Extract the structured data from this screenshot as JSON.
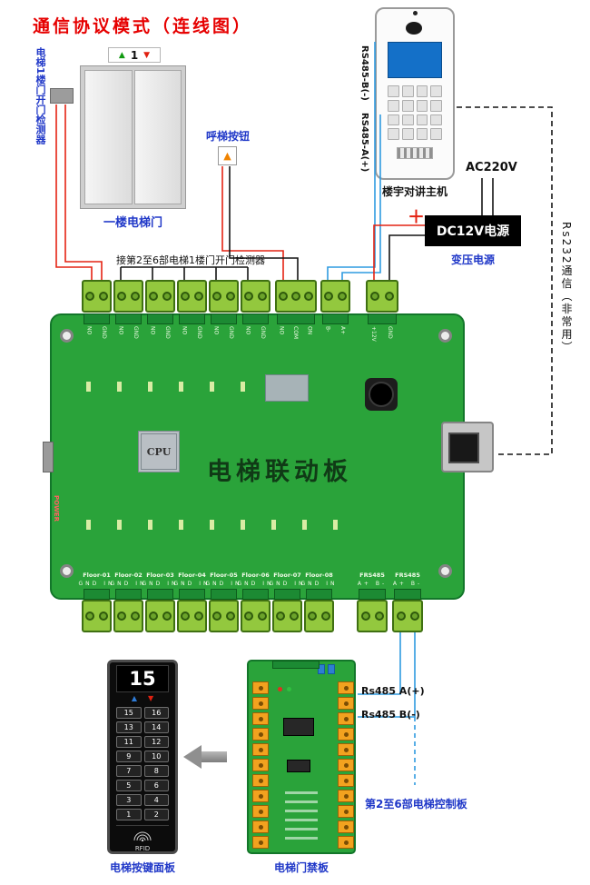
{
  "title": "通信协议模式（连线图）",
  "colors": {
    "label_blue": "#2038c8",
    "title_red": "#e60000",
    "wire_red": "#e42313",
    "wire_black": "#141414",
    "wire_blue": "#2f9be0",
    "pcb_green": "#2aa33a",
    "terminal_green": "#93c83e",
    "orange_terminal": "#f2a21f",
    "screen_blue": "#1470c8"
  },
  "elevator": {
    "up_arrow": "▲",
    "floor_indicator": "1",
    "down_arrow": "▼",
    "door_label": "一楼电梯门",
    "detector_label": "电梯1楼门开门检测器"
  },
  "call_button": {
    "label": "呼梯按钮",
    "icon": "▲"
  },
  "intercom": {
    "label": "楼宇对讲主机"
  },
  "rs485": {
    "b_label": "RS485-B(-)",
    "a_label": "RS485-A(+)"
  },
  "power": {
    "ac_label": "AC220V",
    "plus": "＋",
    "dc_label": "DC12V电源",
    "transformer_label": "变压电源"
  },
  "rs232_label": "Rs232通信（非常用）",
  "branch_label": "接第2至6部电梯1楼门开门检测器",
  "board": {
    "name": "电梯联动板",
    "cpu": "CPU",
    "power_led": "POWER",
    "top_terminals": [
      "NO GND",
      "NO GND",
      "NO GND",
      "NO GND",
      "NO GND",
      "NO GND",
      "NO COM ON",
      "B- A+",
      "+12V GND"
    ],
    "bottom_terminals": [
      {
        "name": "Floor-01",
        "pins": "GND IN"
      },
      {
        "name": "Floor-02",
        "pins": "GND IN"
      },
      {
        "name": "Floor-03",
        "pins": "GND IN"
      },
      {
        "name": "Floor-04",
        "pins": "GND IN"
      },
      {
        "name": "Floor-05",
        "pins": "GND IN"
      },
      {
        "name": "Floor-06",
        "pins": "GND IN"
      },
      {
        "name": "Floor-07",
        "pins": "GND IN"
      },
      {
        "name": "Floor-08",
        "pins": "GND IN"
      },
      {
        "name": "FRS485",
        "pins": "A+ B-"
      },
      {
        "name": "FRS485",
        "pins": "A+ B-"
      }
    ]
  },
  "keypad": {
    "label": "电梯按键面板",
    "display": "15",
    "up": "▲",
    "down": "▼",
    "buttons": [
      [
        "15",
        "16"
      ],
      [
        "13",
        "14"
      ],
      [
        "11",
        "12"
      ],
      [
        "9",
        "10"
      ],
      [
        "7",
        "8"
      ],
      [
        "5",
        "6"
      ],
      [
        "3",
        "4"
      ],
      [
        "1",
        "2"
      ]
    ],
    "rfid": "RFID"
  },
  "access_board": {
    "label": "电梯门禁板"
  },
  "bottom_rs485": {
    "a": "Rs485 A(+)",
    "b": "Rs485 B(-)"
  },
  "control_boards_label": "第2至6部电梯控制板"
}
